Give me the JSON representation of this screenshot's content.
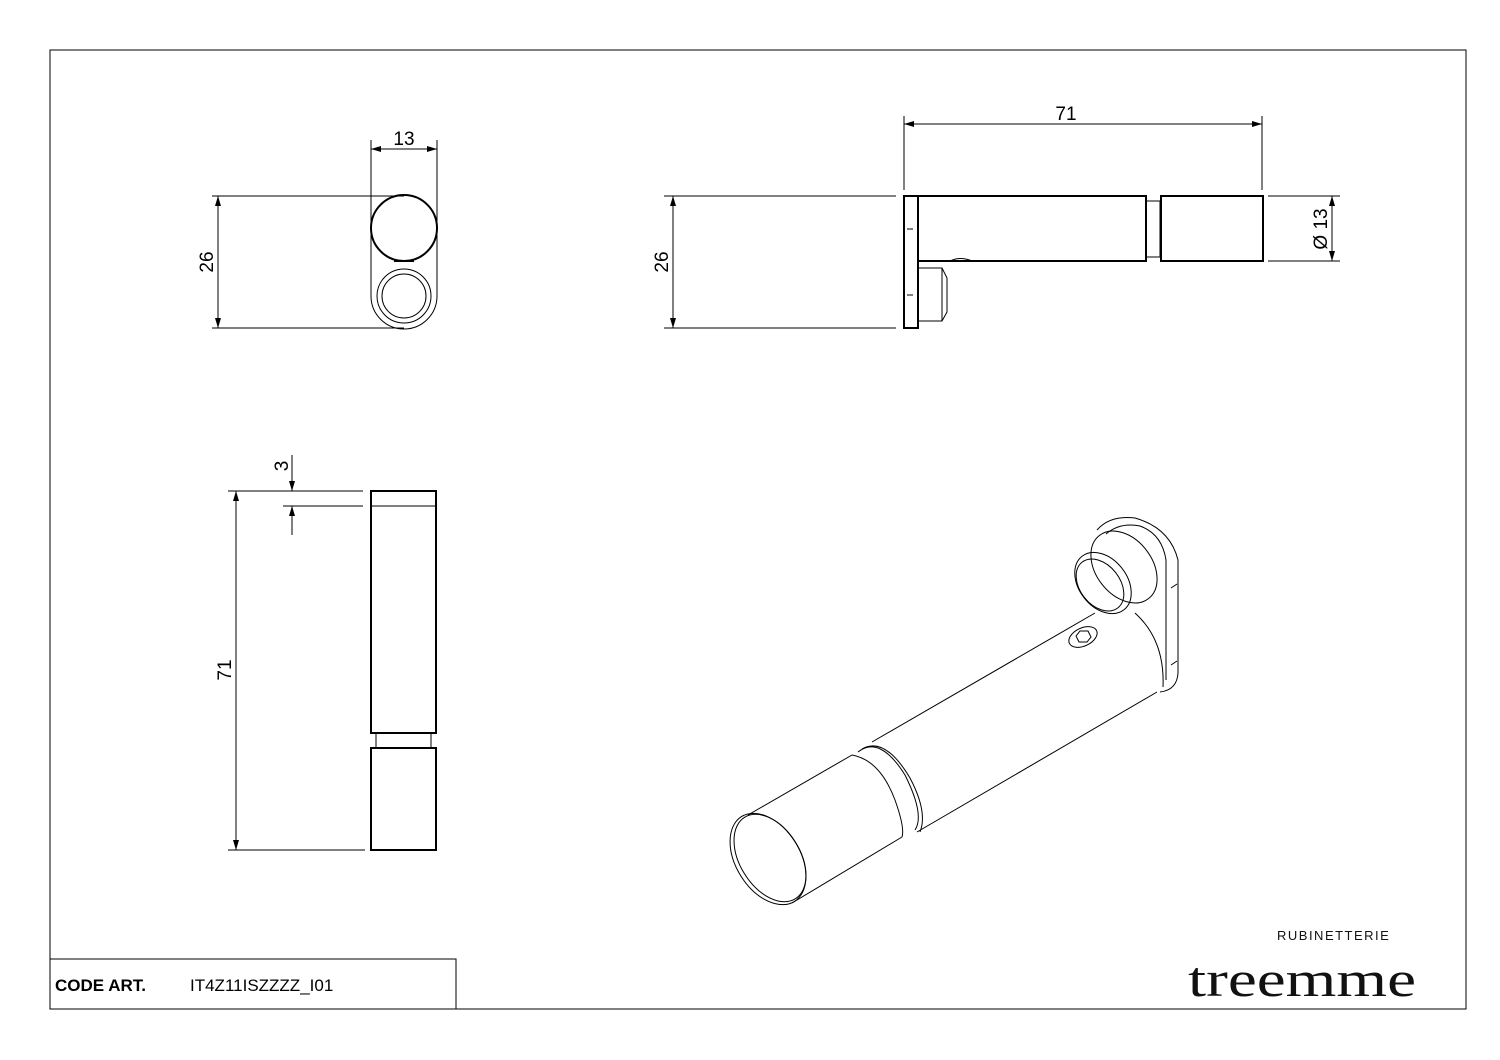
{
  "title_block": {
    "code_label": "CODE ART.",
    "code_value": "IT4Z11ISZZZZ_I01"
  },
  "logo": {
    "brand": "treemme",
    "subtitle": "RUBINETTERIE"
  },
  "views": {
    "end_view": {
      "width": "13",
      "height": "26"
    },
    "side_view": {
      "length": "71",
      "height": "26",
      "diameter": "Ø 13"
    },
    "top_view": {
      "length": "71",
      "offset": "3"
    }
  }
}
